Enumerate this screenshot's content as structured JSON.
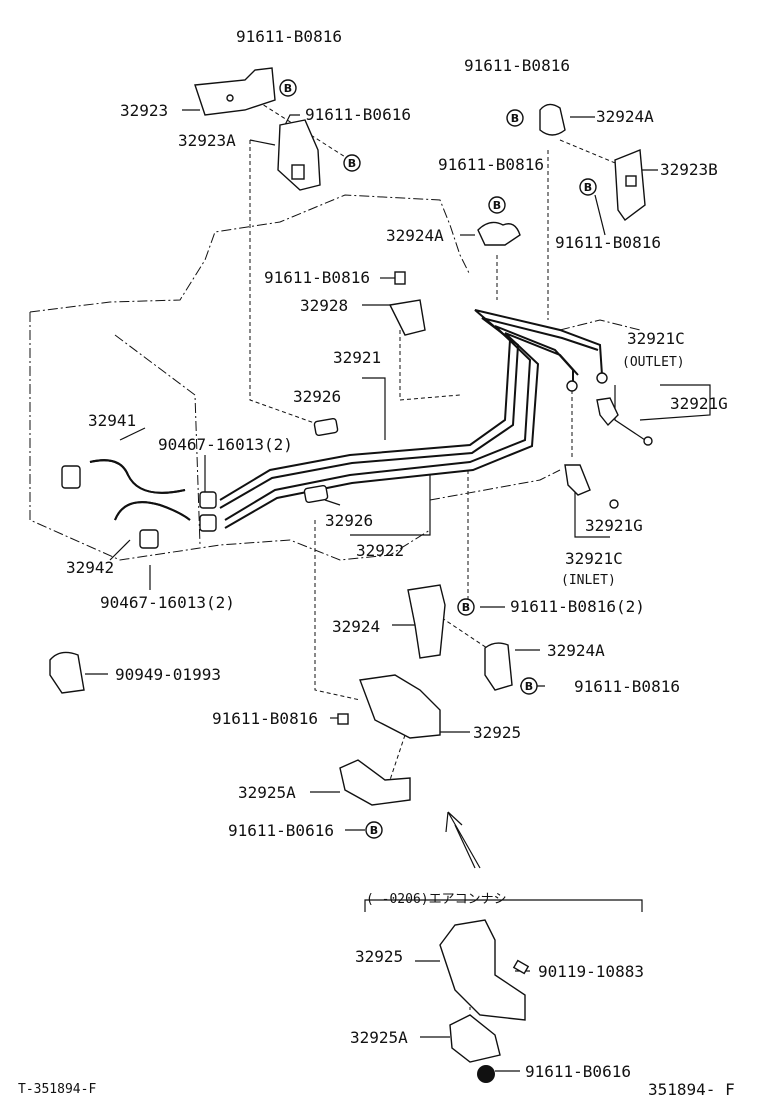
{
  "labels": {
    "p91611_b0816_top": "91611-B0816",
    "p91611_b0816_top2": "91611-B0816",
    "p32923": "32923",
    "p91611_b0616_a": "91611-B0616",
    "p32923A": "32923A",
    "p32924A_top": "32924A",
    "p32923B": "32923B",
    "p91611_b0816_mid": "91611-B0816",
    "p32924A_mid": "32924A",
    "p91611_b0816_right": "91611-B0816",
    "p91611_b0816_bolt": "91611-B0816",
    "p32928": "32928",
    "p32921C_out": "32921C",
    "outlet": "(OUTLET)",
    "p32921": "32921",
    "p32921G_a": "32921G",
    "p32926_a": "32926",
    "p32941": "32941",
    "p90467_a": "90467-16013(2)",
    "p32926_b": "32926",
    "p32922": "32922",
    "p32921G_b": "32921G",
    "p32942": "32942",
    "p32921C_in": "32921C",
    "inlet": "(INLET)",
    "p90467_b": "90467-16013(2)",
    "p32924": "32924",
    "p91611_b0816_2": "91611-B0816(2)",
    "p32924A_low": "32924A",
    "p90949": "90949-01993",
    "p91611_b0816_low": "91611-B0816",
    "p91611_b0816_screw": "91611-B0816",
    "p32925": "32925",
    "p32925A": "32925A",
    "p91611_b0616_b": "91611-B0616",
    "inset_range": "(    -0206)エアコンナシ",
    "p32925_inset": "32925",
    "p90119": "90119-10883",
    "p32925A_inset": "32925A",
    "p91611_b0616_inset": "91611-B0616",
    "footer_left": "T-351894-F",
    "footer_right": "351894- F"
  },
  "badge_letter": "B"
}
